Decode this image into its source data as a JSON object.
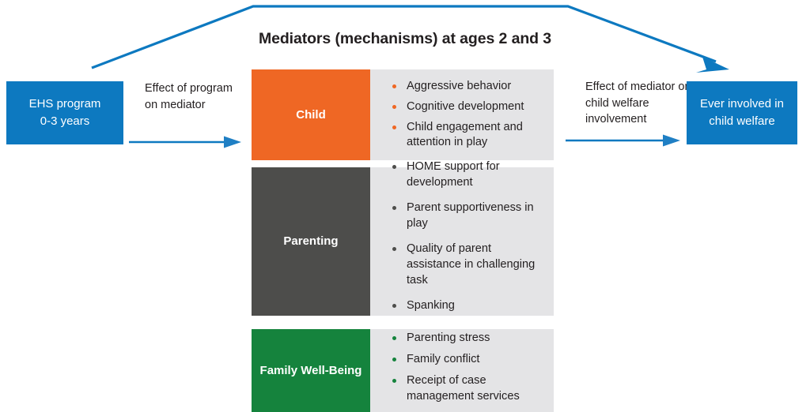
{
  "title": "Mediators (mechanisms) at ages 2 and 3",
  "colors": {
    "blue": "#0d79c0",
    "orange": "#ef6724",
    "dark_gray": "#4d4d4b",
    "green": "#15833d",
    "panel_gray": "#e4e4e6",
    "text": "#231f20"
  },
  "start_box": {
    "line1": "EHS program",
    "line2": "0-3 years"
  },
  "end_box": {
    "line1": "Ever involved in",
    "line2": "child welfare"
  },
  "connectors": {
    "left": {
      "label": "Effect  of program on mediator",
      "icon": "right-arrow-icon"
    },
    "right": {
      "label": "Effect of mediator on child welfare involvement",
      "icon": "right-arrow-icon"
    },
    "top": {
      "icon": "bracket-arrow-icon"
    }
  },
  "mediators": [
    {
      "id": "child",
      "label": "Child",
      "color": "#ef6724",
      "items": [
        "Aggressive behavior",
        "Cognitive development",
        "Child engagement and attention in play"
      ]
    },
    {
      "id": "parenting",
      "label": "Parenting",
      "color": "#4d4d4b",
      "items": [
        "HOME support for development",
        "Parent supportiveness in play",
        "Quality of parent assistance in challenging task",
        "Spanking"
      ]
    },
    {
      "id": "family-well-being",
      "label": "Family Well-Being",
      "color": "#15833d",
      "items": [
        "Parenting stress",
        "Family conflict",
        "Receipt of case management services"
      ]
    }
  ]
}
